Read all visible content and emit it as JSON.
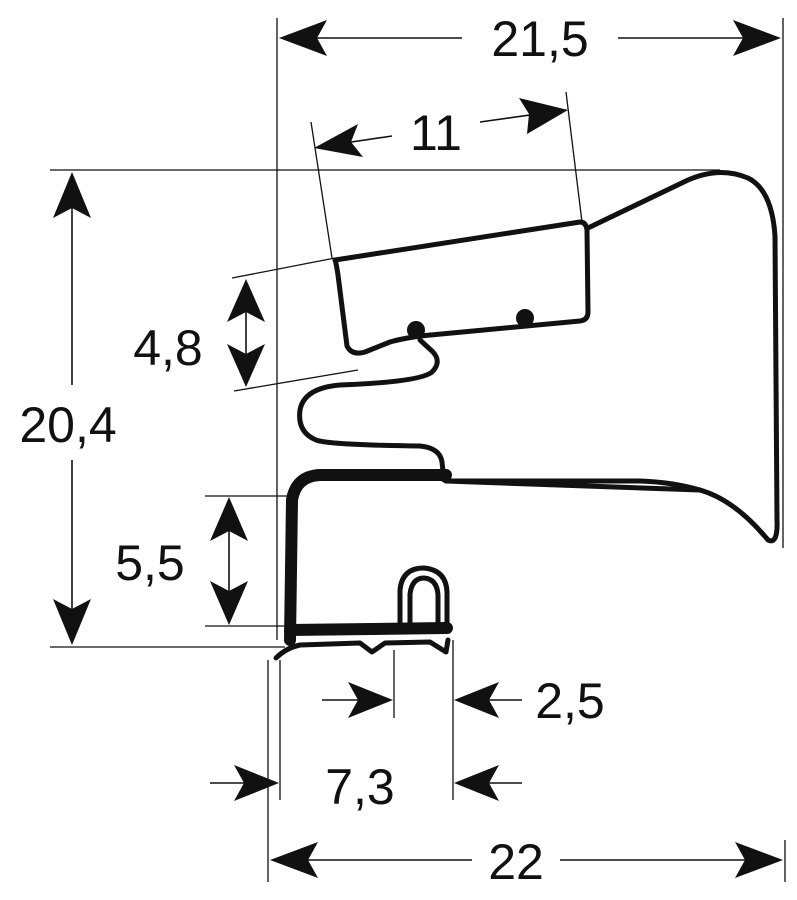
{
  "dimensions": {
    "top_width": "21,5",
    "inner_width": "11",
    "lip_height": "4,8",
    "total_height": "20,4",
    "base_height": "5,5",
    "bulb_width": "2,5",
    "base_inner_width": "7,3",
    "bottom_width": "22"
  },
  "colors": {
    "ink": "#111111",
    "background": "#ffffff"
  }
}
